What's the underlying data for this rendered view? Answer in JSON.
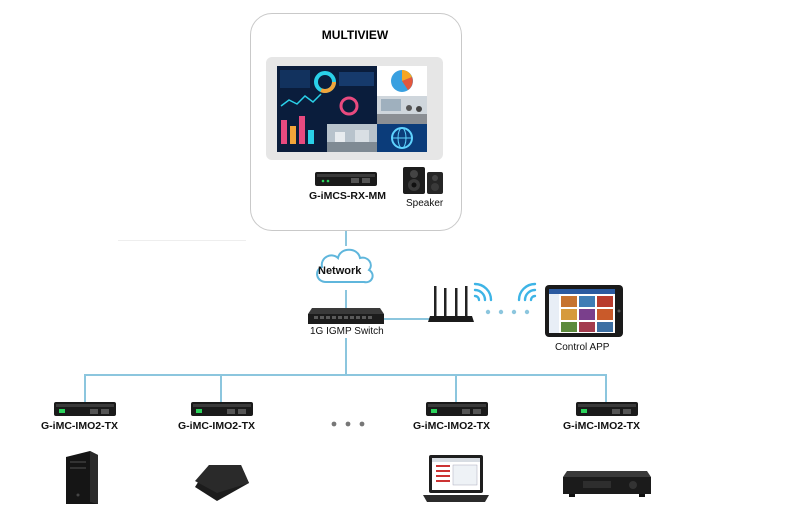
{
  "multiview": {
    "title": "MULTIVIEW"
  },
  "receiver": {
    "label": "G-iMCS-RX-MM"
  },
  "speaker": {
    "label": "Speaker"
  },
  "network": {
    "label": "Network"
  },
  "switch": {
    "label": "1G IGMP Switch"
  },
  "control_app": {
    "label": "Control APP"
  },
  "transmitters": [
    {
      "label": "G-iMC-IMO2-TX"
    },
    {
      "label": "G-iMC-IMO2-TX"
    },
    {
      "label": "G-iMC-IMO2-TX"
    },
    {
      "label": "G-iMC-IMO2-TX"
    }
  ],
  "colors": {
    "link_line": "#8cc6de",
    "cloud": "#5fb6dc",
    "panel_border": "#c9c9c9"
  }
}
